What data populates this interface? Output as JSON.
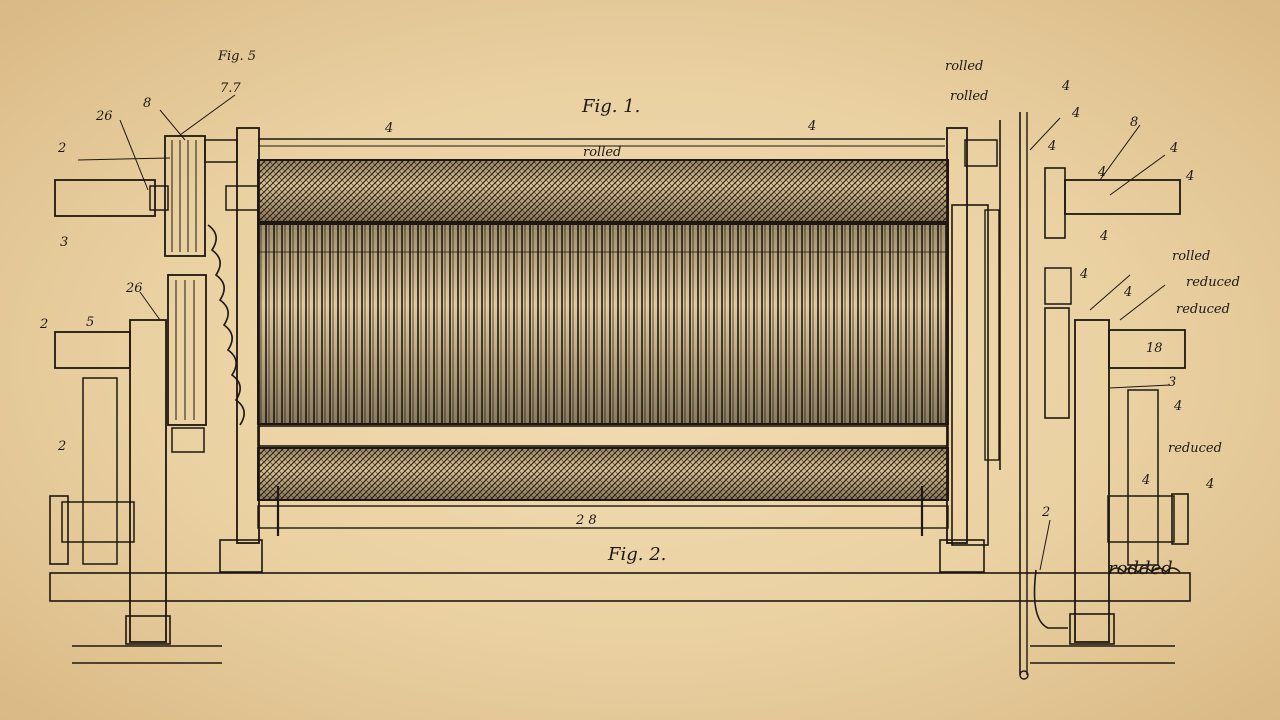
{
  "figure": {
    "title": "Fig. 1.",
    "bottom_caption": "Fig. 2.",
    "paper_color": "#ecd5a8",
    "ink_color": "#1e1810"
  },
  "labels": {
    "top_left_1": "Fig. 5",
    "top_left_2": "7.7",
    "left_1": "26",
    "left_2": "8",
    "left_3": "2",
    "left_4": "3",
    "left_5": "26",
    "left_6": "2",
    "left_7": "5",
    "left_8": "2",
    "top_center_1": "4",
    "top_center_2": "4",
    "roll_label": "rolled",
    "bottom_center": "2 8",
    "top_right_1": "rolled",
    "top_right_2": "rolled",
    "right_1": "4",
    "right_2": "4",
    "right_3": "8",
    "right_4": "4",
    "right_5": "4",
    "right_6": "4",
    "right_7": "rolled",
    "right_8": "4",
    "right_9": "4",
    "right_10": "18",
    "right_11": "3",
    "right_12": "4",
    "right_13": "reduced",
    "right_14": "4",
    "right_15": "2",
    "right_16": "rodded"
  }
}
